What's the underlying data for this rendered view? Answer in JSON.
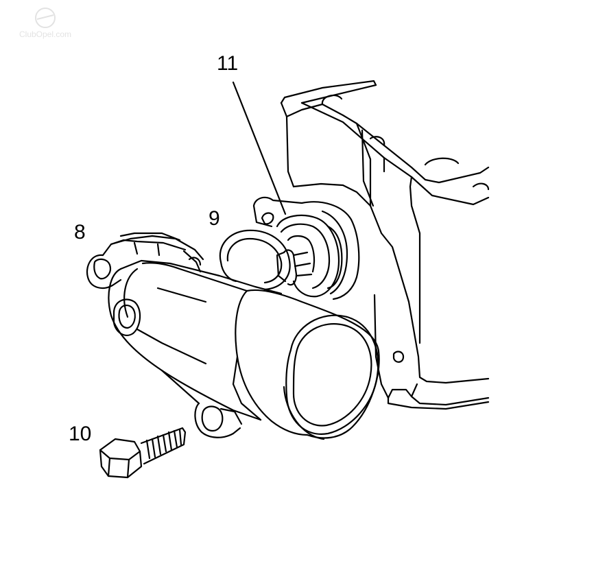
{
  "callouts": {
    "c8": "8",
    "c9": "9",
    "c10": "10",
    "c11": "11"
  },
  "watermark": {
    "text": "ClubOpel.com"
  },
  "colors": {
    "line": "#000000",
    "background": "#ffffff"
  }
}
